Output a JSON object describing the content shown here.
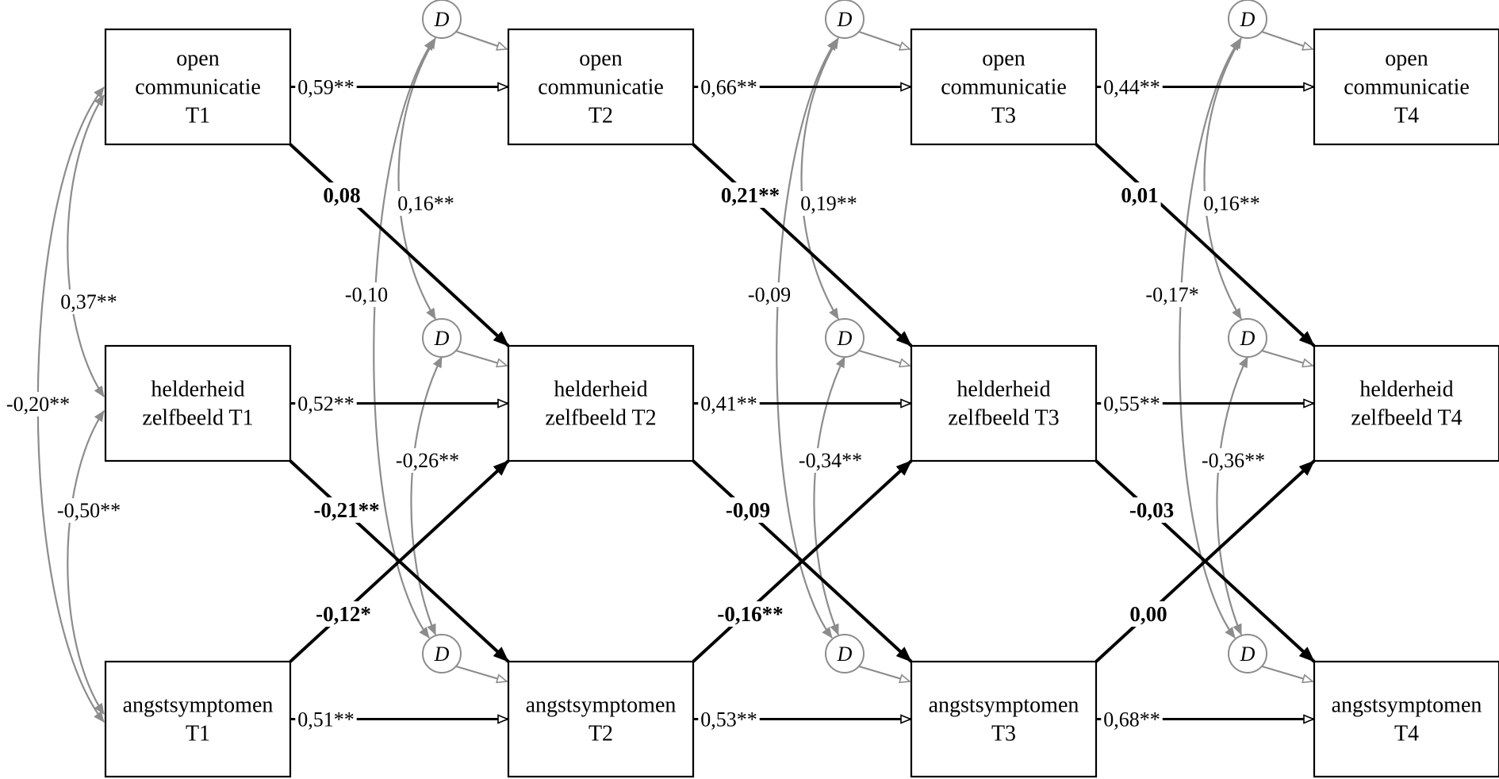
{
  "disturbance_label": "D",
  "nodes": {
    "oc1": [
      "open",
      "communicatie",
      "T1"
    ],
    "oc2": [
      "open",
      "communicatie",
      "T2"
    ],
    "oc3": [
      "open",
      "communicatie",
      "T3"
    ],
    "oc4": [
      "open",
      "communicatie",
      "T4"
    ],
    "hz1": [
      "helderheid",
      "zelfbeeld T1"
    ],
    "hz2": [
      "helderheid",
      "zelfbeeld T2"
    ],
    "hz3": [
      "helderheid",
      "zelfbeeld T3"
    ],
    "hz4": [
      "helderheid",
      "zelfbeeld T4"
    ],
    "as1": [
      "angstsymptomen",
      "T1"
    ],
    "as2": [
      "angstsymptomen",
      "T2"
    ],
    "as3": [
      "angstsymptomen",
      "T3"
    ],
    "as4": [
      "angstsymptomen",
      "T4"
    ]
  },
  "autoregressive": [
    {
      "from": "oc1",
      "to": "oc2",
      "label": "0,59**"
    },
    {
      "from": "oc2",
      "to": "oc3",
      "label": "0,66**"
    },
    {
      "from": "oc3",
      "to": "oc4",
      "label": "0,44**"
    },
    {
      "from": "hz1",
      "to": "hz2",
      "label": "0,52**"
    },
    {
      "from": "hz2",
      "to": "hz3",
      "label": "0,41**"
    },
    {
      "from": "hz3",
      "to": "hz4",
      "label": "0,55**"
    },
    {
      "from": "as1",
      "to": "as2",
      "label": "0,51**"
    },
    {
      "from": "as2",
      "to": "as3",
      "label": "0,53**"
    },
    {
      "from": "as3",
      "to": "as4",
      "label": "0,68**"
    }
  ],
  "cross_lagged": [
    {
      "from": "oc1",
      "to": "hz2",
      "label": "0,08"
    },
    {
      "from": "oc2",
      "to": "hz3",
      "label": "0,21**"
    },
    {
      "from": "oc3",
      "to": "hz4",
      "label": "0,01"
    },
    {
      "from": "hz1",
      "to": "as2",
      "label": "-0,21**"
    },
    {
      "from": "hz2",
      "to": "as3",
      "label": "-0,09"
    },
    {
      "from": "hz3",
      "to": "as4",
      "label": "-0,03"
    },
    {
      "from": "as1",
      "to": "hz2",
      "label": "-0,12*"
    },
    {
      "from": "as2",
      "to": "hz3",
      "label": "-0,16**"
    },
    {
      "from": "as3",
      "to": "hz4",
      "label": "0,00"
    }
  ],
  "t1_correlations": [
    {
      "between": [
        "oc1",
        "hz1"
      ],
      "label": "0,37**"
    },
    {
      "between": [
        "hz1",
        "as1"
      ],
      "label": "-0,50**"
    },
    {
      "between": [
        "oc1",
        "as1"
      ],
      "label": "-0,20**"
    }
  ],
  "residual_correlations": [
    {
      "wave": "T2",
      "oc_hz": "0,16**",
      "hz_as": "-0,26**",
      "oc_as": "-0,10"
    },
    {
      "wave": "T3",
      "oc_hz": "0,19**",
      "hz_as": "-0,34**",
      "oc_as": "-0,09"
    },
    {
      "wave": "T4",
      "oc_hz": "0,16**",
      "hz_as": "-0,36**",
      "oc_as": "-0,17*"
    }
  ]
}
